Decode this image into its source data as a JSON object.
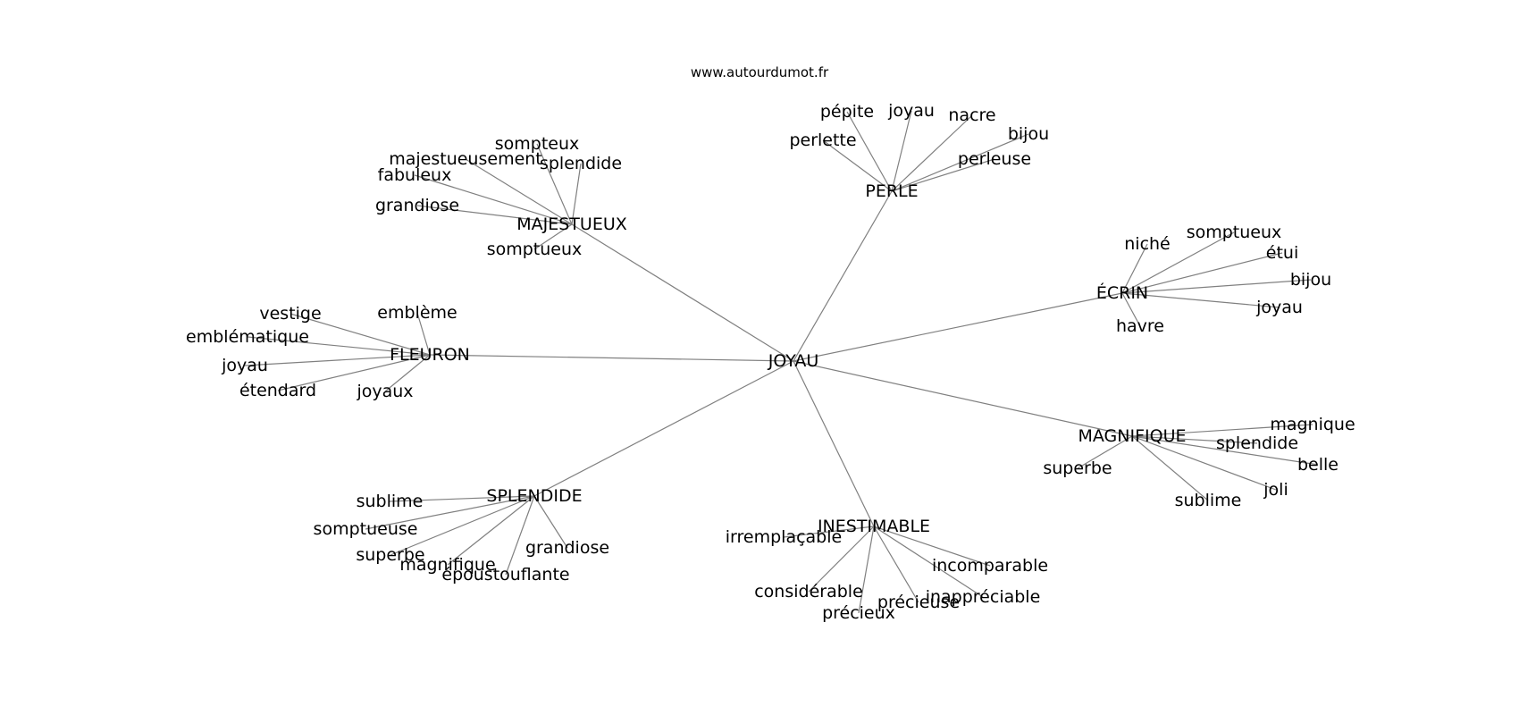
{
  "site": "www.autourdumot.fr",
  "center": "JOYAU",
  "colors": {
    "edge": "#808080",
    "text": "#000000",
    "background": "#ffffff"
  },
  "clusters": [
    {
      "name": "PERLE",
      "words": [
        "pépite",
        "joyau",
        "nacre",
        "perlette",
        "bijou",
        "perleuse"
      ]
    },
    {
      "name": "MAJESTUEUX",
      "words": [
        "sompteux",
        "majestueusement",
        "splendide",
        "fabuleux",
        "grandiose",
        "somptueux"
      ]
    },
    {
      "name": "ÉCRIN",
      "words": [
        "niché",
        "somptueux",
        "étui",
        "bijou",
        "joyau",
        "havre"
      ]
    },
    {
      "name": "FLEURON",
      "words": [
        "vestige",
        "emblème",
        "emblématique",
        "joyau",
        "étendard",
        "joyaux"
      ]
    },
    {
      "name": "MAGNIFIQUE",
      "words": [
        "magnique",
        "splendide",
        "belle",
        "superbe",
        "joli",
        "sublime"
      ]
    },
    {
      "name": "SPLENDIDE",
      "words": [
        "sublime",
        "somptueuse",
        "superbe",
        "magnifique",
        "époustouflante",
        "grandiose"
      ]
    },
    {
      "name": "INESTIMABLE",
      "words": [
        "irremplaçable",
        "incomparable",
        "considérable",
        "inappréciable",
        "précieuse",
        "précieux"
      ]
    }
  ]
}
